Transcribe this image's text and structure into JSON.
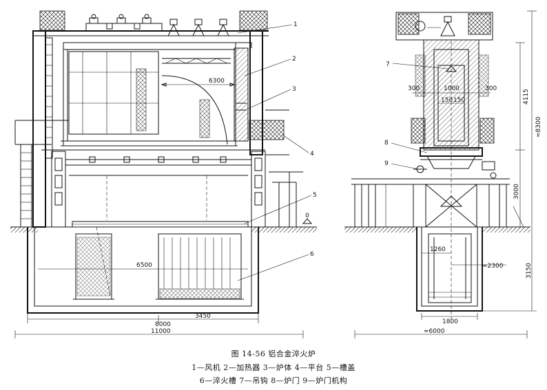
{
  "caption": {
    "title": "图 14-56   铝合金淬火炉",
    "line1": "1—风机   2—加热器   3—炉体   4—平台   5—槽盖",
    "line2": "6—淬火槽   7—吊钩   8—炉门   9—炉门机构"
  },
  "callouts": [
    "1",
    "2",
    "3",
    "4",
    "5",
    "6",
    "7",
    "8",
    "9"
  ],
  "dimensions": {
    "heater_span": "6300",
    "tank_inner": "6500",
    "pit_width": "8000",
    "tank_depth_span": "3450",
    "overall_length": "11000",
    "side_300_left": "300",
    "side_1000": "1000",
    "side_300_right": "300",
    "side_150_left": "150",
    "side_150_right": "150",
    "height_4115": "4115",
    "height_8300": "≈8300",
    "height_3000": "3000",
    "depth_3150": "3150",
    "pit_1260": "1260",
    "pit_2300": "≈2300",
    "base_1800": "1800",
    "overall_6000": "≈6000",
    "ground_level": "0"
  }
}
